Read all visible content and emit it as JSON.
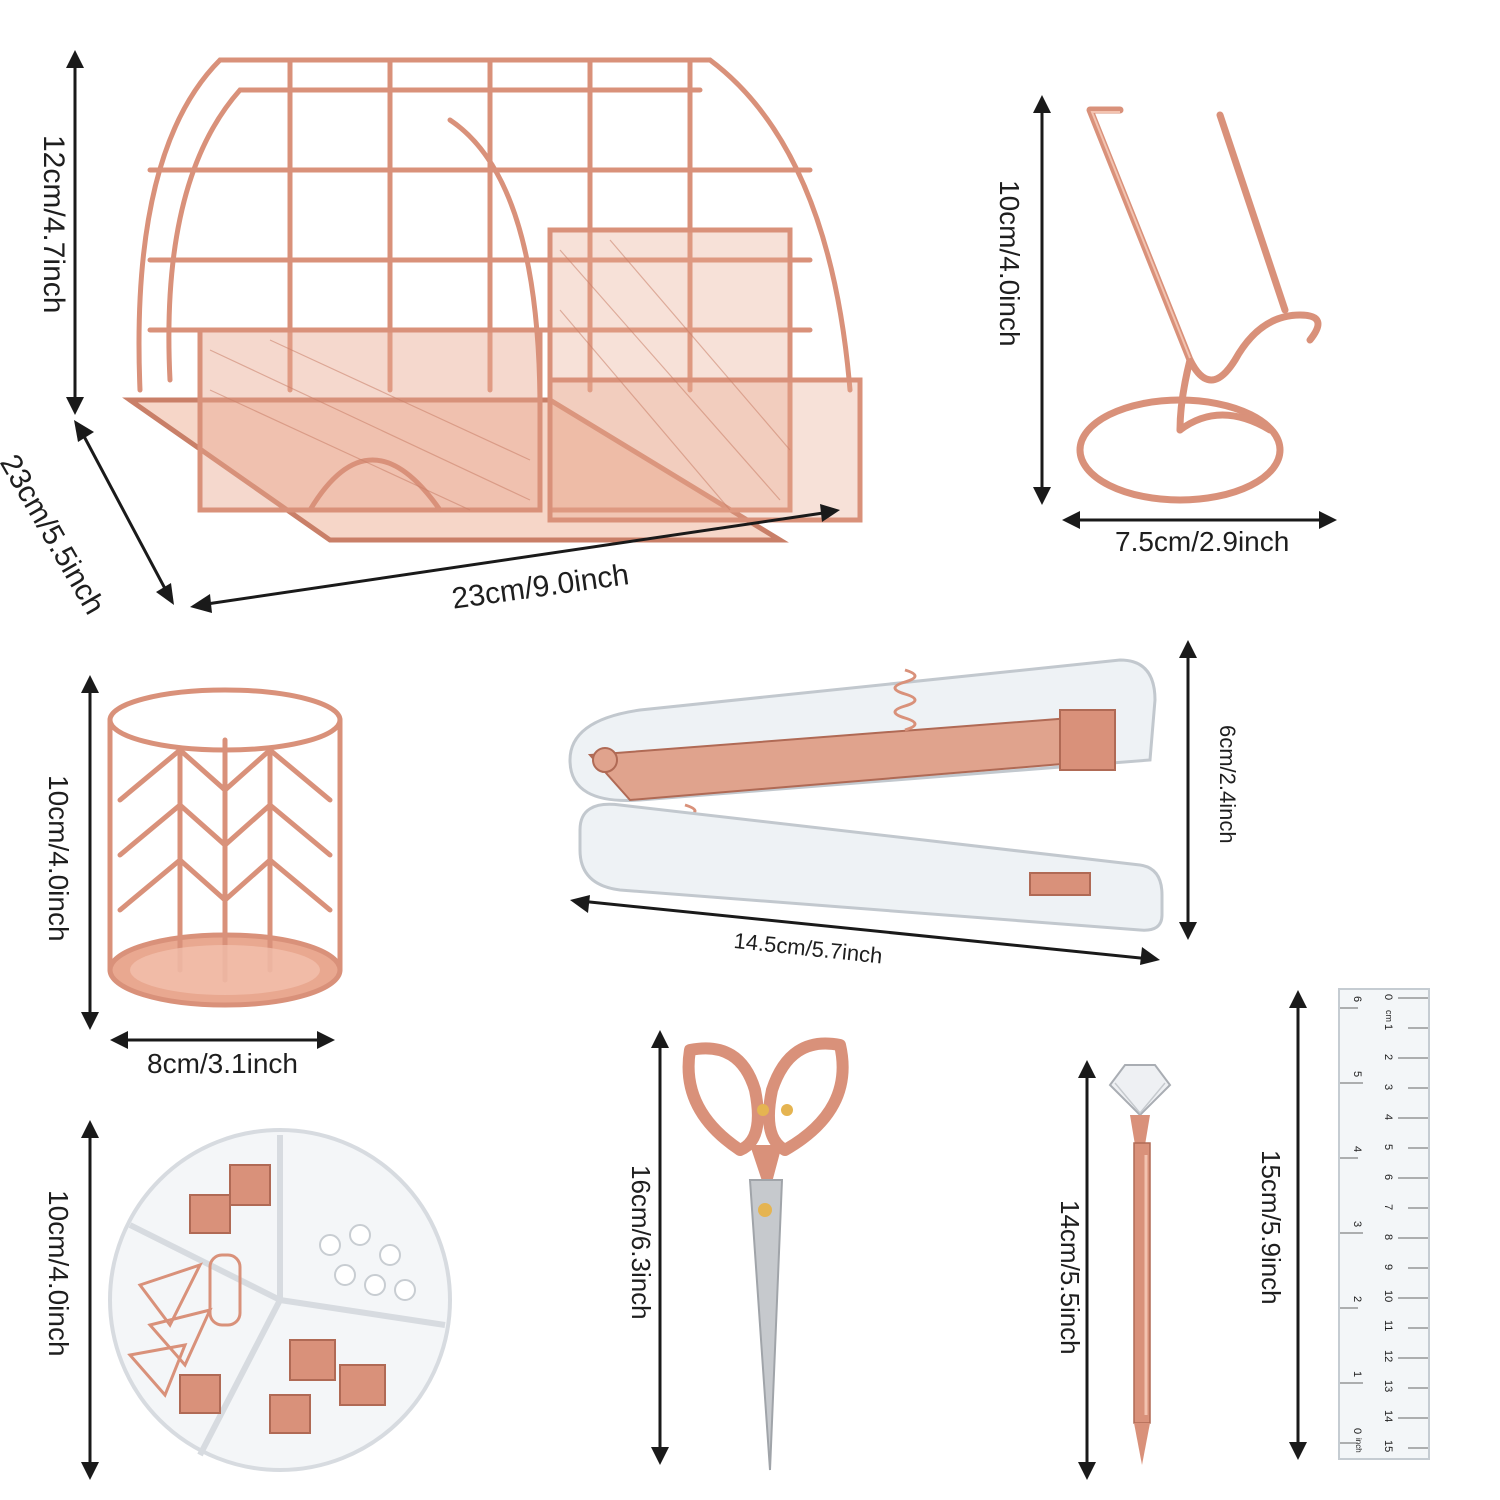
{
  "colors": {
    "rose_gold": "#d9917a",
    "rose_gold_dark": "#b06a55",
    "rose_gold_light": "#f3c3b0",
    "clear_plastic": "#e9eef2",
    "steel": "#b9bcc0",
    "arrow": "#1a1a1a",
    "text": "#1e1e1e"
  },
  "items": [
    {
      "id": "desk-organizer",
      "dims": {
        "height": "12cm/4.7inch",
        "depth": "23cm/5.5inch",
        "width": "23cm/9.0inch"
      }
    },
    {
      "id": "phone-stand",
      "dims": {
        "height": "10cm/4.0inch",
        "width": "7.5cm/2.9inch"
      }
    },
    {
      "id": "pen-holder-cup",
      "dims": {
        "height": "10cm/4.0inch",
        "width": "8cm/3.1inch"
      }
    },
    {
      "id": "stapler",
      "dims": {
        "height": "6cm/2.4inch",
        "width": "14.5cm/5.7inch"
      }
    },
    {
      "id": "clip-box",
      "dims": {
        "height": "10cm/4.0inch"
      }
    },
    {
      "id": "scissors",
      "dims": {
        "height": "16cm/6.3inch"
      }
    },
    {
      "id": "crystal-pen",
      "dims": {
        "height": "14cm/5.5inch"
      }
    },
    {
      "id": "ruler",
      "dims": {
        "height": "15cm/5.9inch"
      },
      "cm_marks": [
        "0",
        "1",
        "2",
        "3",
        "4",
        "5",
        "6",
        "7",
        "8",
        "9",
        "10",
        "11",
        "12",
        "13",
        "14",
        "15"
      ],
      "unit_cm": "cm",
      "unit_inch": "inch",
      "inch_marks": [
        "0",
        "1",
        "2",
        "3",
        "4",
        "5",
        "6"
      ]
    }
  ]
}
